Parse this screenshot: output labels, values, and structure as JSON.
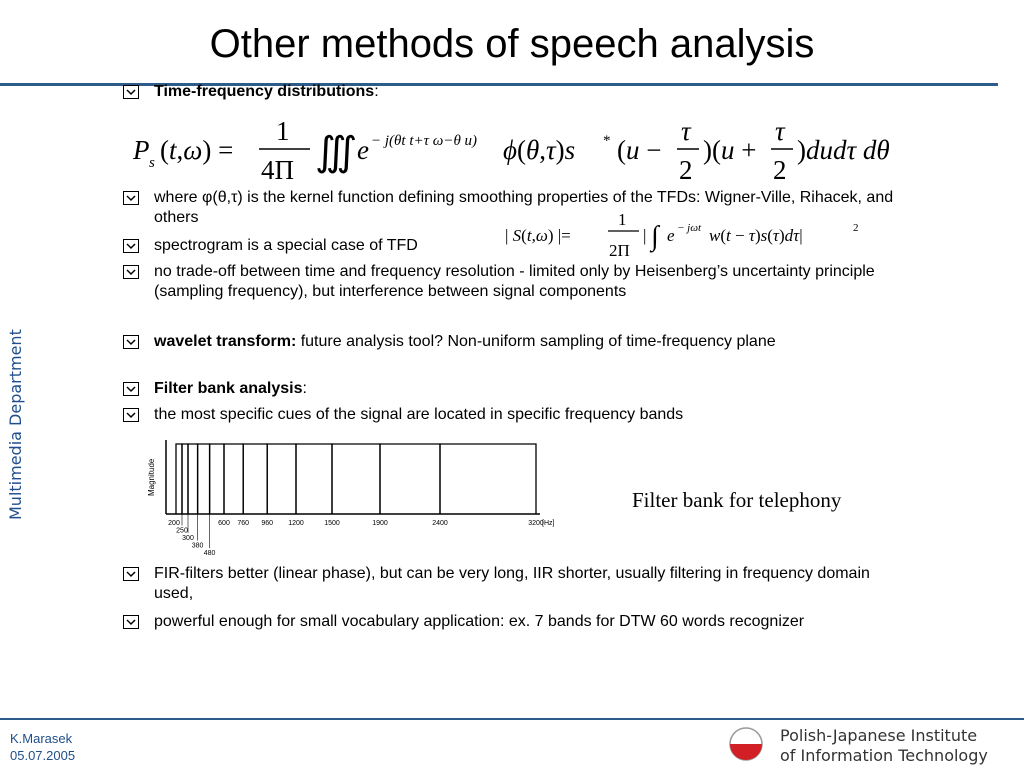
{
  "slide": {
    "title": "Other methods of speech analysis",
    "side_label": "Multimedia Department",
    "footer": {
      "author": "K.Marasek",
      "date": "05.07.2005"
    },
    "institute": {
      "line1": "Polish-Japanese Institute",
      "line2": "of Information Technology"
    }
  },
  "bullets": [
    {
      "bold": "Time-frequency distributions",
      "rest": ":"
    },
    {
      "bold": "",
      "rest": "where φ(θ,τ) is the kernel function defining smoothing properties of the TFDs: Wigner-Ville, Rihacek, and others"
    },
    {
      "bold": "",
      "rest": "spectrogram is a special case of TFD"
    },
    {
      "bold": "",
      "rest": "no trade-off between time and frequency resolution - limited only by Heisenberg’s uncertainty principle (sampling frequency), but interference between signal components"
    },
    {
      "bold": "wavelet transform:",
      "rest": " future analysis tool? Non-uniform sampling of time-frequency plane"
    },
    {
      "bold": "Filter bank analysis",
      "rest": ":"
    },
    {
      "bold": "",
      "rest": "the most specific cues of the signal are located in specific frequency bands"
    },
    {
      "bold": "",
      "rest": "FIR-filters better (linear phase), but can be very long, IIR shorter, usually filtering in frequency domain used,"
    },
    {
      "bold": "",
      "rest": "powerful enough for small vocabulary application: ex. 7 bands for DTW 60 words recognizer"
    }
  ],
  "formulas": {
    "tfd": "Pₛ(t,ω) = (1/4Π) ∭ e^{−j(θt+τω−θu)} φ(θ,τ) s*(u − τ/2)(u + τ/2) du dτ dθ",
    "spectrogram": "|S(t,ω)| = (1/2Π) |∫ e^{−jωt} w(t−τ) s(τ) dτ|²"
  },
  "figure": {
    "caption": "Filter bank for telephony",
    "ylabel": "Magnitude",
    "x_unit": "[Hz]",
    "ticks_row1": [
      "200",
      "600",
      "760",
      "960",
      "1200",
      "1500",
      "1900",
      "2400",
      "3200"
    ],
    "ticks_row2": [
      "250"
    ],
    "ticks_row3": [
      "300"
    ],
    "ticks_row4": [
      "380"
    ],
    "ticks_row5": [
      "480"
    ]
  },
  "chart_data": {
    "type": "bar",
    "title": "",
    "ylabel": "Magnitude",
    "xlabel": "[Hz]",
    "x_ticks": [
      200,
      250,
      300,
      380,
      480,
      600,
      760,
      960,
      1200,
      1500,
      1900,
      2400,
      3200
    ],
    "band_edges_hz": [
      200,
      250,
      300,
      380,
      480,
      600,
      760,
      960,
      1200,
      1500,
      1900,
      2400,
      3200
    ],
    "magnitude": [
      1,
      1,
      1,
      1,
      1,
      1,
      1,
      1,
      1,
      1,
      1,
      1
    ],
    "xlim": [
      200,
      3200
    ],
    "grid": false
  },
  "colors": {
    "accent": "#2e5c8a",
    "side_text": "#1f4e8c",
    "logo_red": "#d21f26"
  }
}
